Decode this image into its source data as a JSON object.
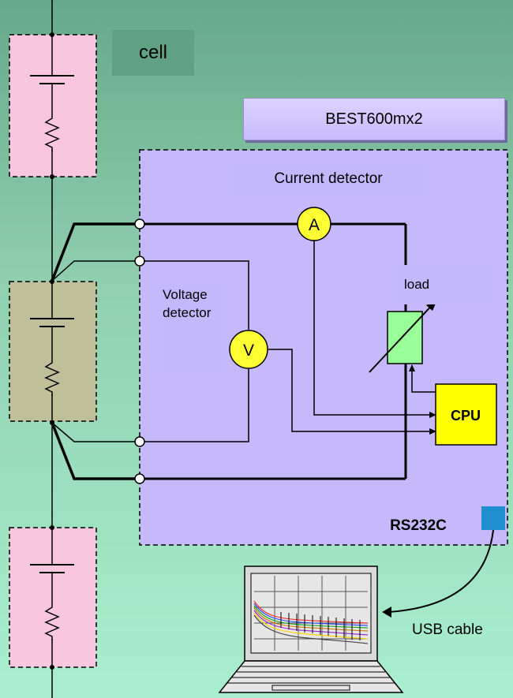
{
  "labels": {
    "cell": "cell",
    "model": "BEST600mx2",
    "current_detector": "Current detector",
    "voltage_detector_line1": "Voltage",
    "voltage_detector_line2": "detector",
    "load": "load",
    "rs232c": "RS232C",
    "usb_cable": "USB cable"
  },
  "meters": {
    "ammeter": "A",
    "voltmeter": "V"
  },
  "cpu": "CPU",
  "colors": {
    "cell_fill": "#f9c6df",
    "middle_cell_fill": "#bfbf99",
    "device_fill": "#c6b9fb",
    "meter_fill": "#ffff33",
    "cpu_fill": "#ffff00",
    "load_fill": "#99ff99",
    "port_fill": "#1f8fcf"
  }
}
